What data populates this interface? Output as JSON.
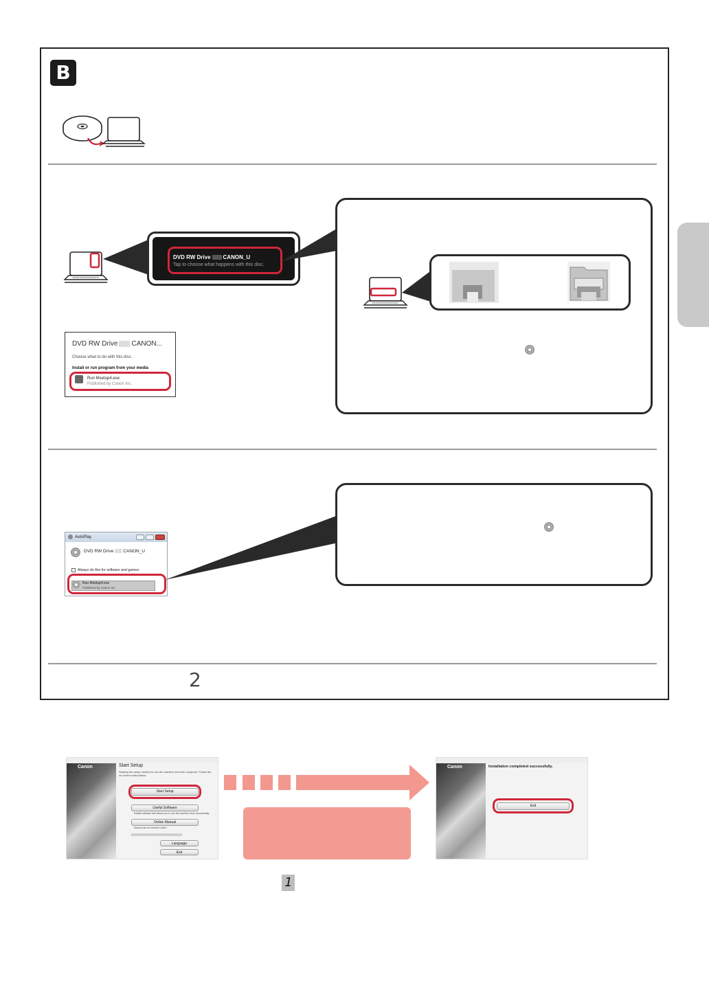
{
  "section_badge": "B",
  "toast": {
    "drive_label": "DVD RW Drive",
    "volume_label": "CANON_U",
    "hint": "Tap to choose what happens with this disc."
  },
  "autoplay_panel": {
    "title_drive": "DVD RW Drive",
    "title_volume": "CANON...",
    "prompt": "Choose what to do with this disc.",
    "section": "Install or run program from your media",
    "option_title": "Run Msetup4.exe",
    "option_sub": "Published by Canon Inc."
  },
  "autoplay_window": {
    "title": "AutoPlay",
    "drive_label": "DVD RW Drive",
    "volume_label": "CANON_U",
    "checkbox": "Always do this for software and games:",
    "option_title": "Run Msetup4.exe",
    "option_sub": "Published by Canon Inc."
  },
  "step_number": "2",
  "setup_screen": {
    "brand": "Canon",
    "title": "Start Setup",
    "desc": "Starting the setup needed to use the machine from the computer. Follow the on-screen instructions.",
    "start_button": "Start Setup",
    "useful_button": "Useful Software",
    "useful_desc": "Installs software that allows you to use the machine more conveniently.",
    "manual_button": "Online Manual",
    "manual_desc": "Manual can be checked online.",
    "language_button": "Language",
    "exit_button": "Exit"
  },
  "complete_screen": {
    "brand": "Canon",
    "message": "Installation completed successfully.",
    "exit_button": "Exit"
  },
  "display_digit": "1",
  "colors": {
    "accent_red": "#d0263a",
    "arrow_pink": "#f2988f",
    "frame": "#222222"
  }
}
